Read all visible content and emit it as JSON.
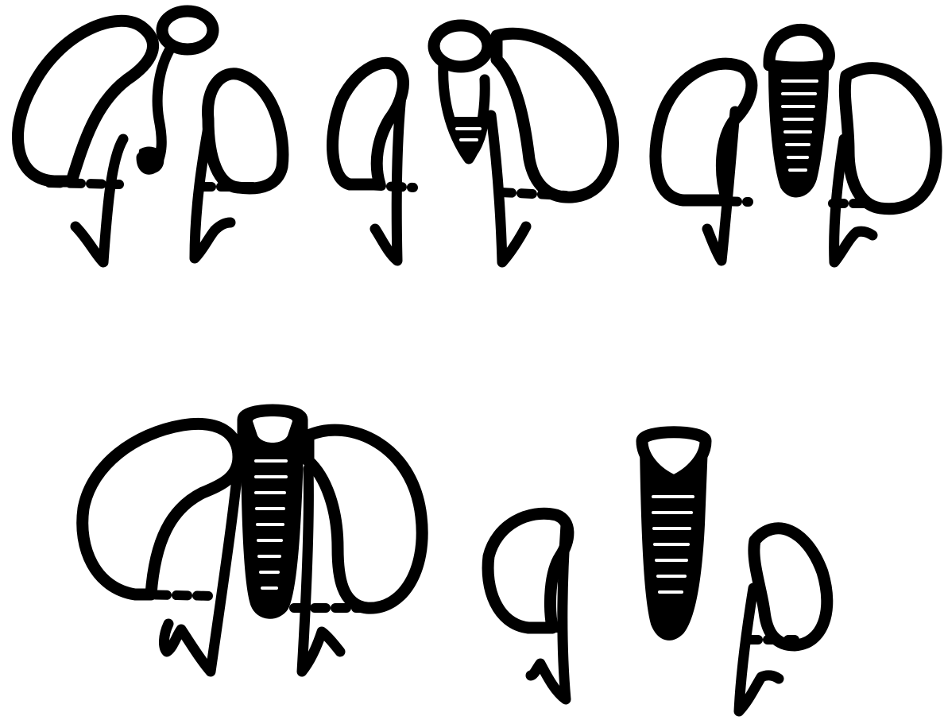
{
  "figure": {
    "kind": "hand-drawn-schematic",
    "ink_color": "#000000",
    "background_color": "#ffffff",
    "stages": [
      {
        "id": "stage-1",
        "row": 1,
        "description_visible": false
      },
      {
        "id": "stage-2",
        "row": 1,
        "description_visible": false
      },
      {
        "id": "stage-3",
        "row": 1,
        "description_visible": false
      },
      {
        "id": "stage-4",
        "row": 2,
        "description_visible": false
      },
      {
        "id": "stage-5",
        "row": 2,
        "description_visible": false
      }
    ]
  }
}
